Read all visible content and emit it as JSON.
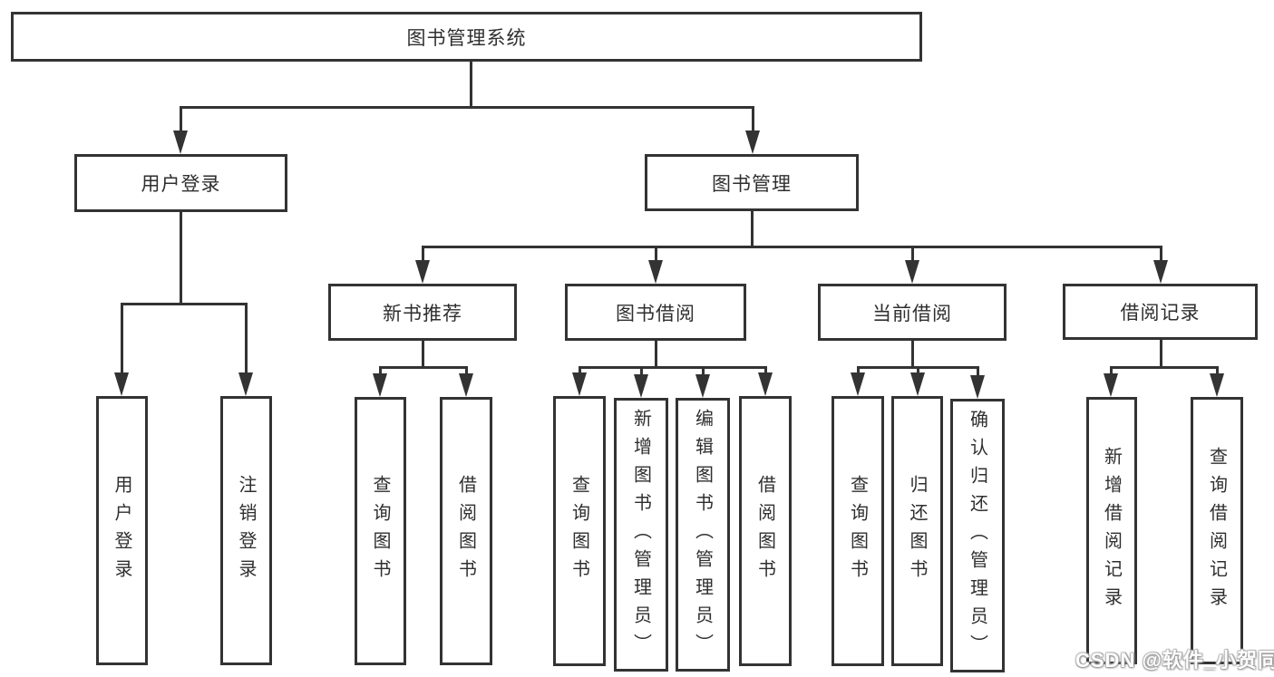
{
  "colors": {
    "line": "#333333",
    "text": "#2f2f2f",
    "bg": "#ffffff",
    "watermark": "#fdfdfd"
  },
  "tree": {
    "root": {
      "label": "图书管理系统"
    },
    "branches": [
      {
        "label": "用户登录",
        "children": [
          {
            "label": "用户登录"
          },
          {
            "label": "注销登录"
          }
        ]
      },
      {
        "label": "图书管理",
        "children": [
          {
            "label": "新书推荐",
            "children": [
              {
                "label": "查询图书"
              },
              {
                "label": "借阅图书"
              }
            ]
          },
          {
            "label": "图书借阅",
            "children": [
              {
                "label": "查询图书"
              },
              {
                "label": "新增图书（管理员）"
              },
              {
                "label": "编辑图书（管理员）"
              },
              {
                "label": "借阅图书"
              }
            ]
          },
          {
            "label": "当前借阅",
            "children": [
              {
                "label": "查询图书"
              },
              {
                "label": "归还图书"
              },
              {
                "label": "确认归还（管理员）"
              }
            ]
          },
          {
            "label": "借阅记录",
            "children": [
              {
                "label": "新增借阅记录"
              },
              {
                "label": "查询借阅记录"
              }
            ]
          }
        ]
      }
    ]
  },
  "watermark": {
    "text": "CSDN @软件_小贺同学"
  }
}
